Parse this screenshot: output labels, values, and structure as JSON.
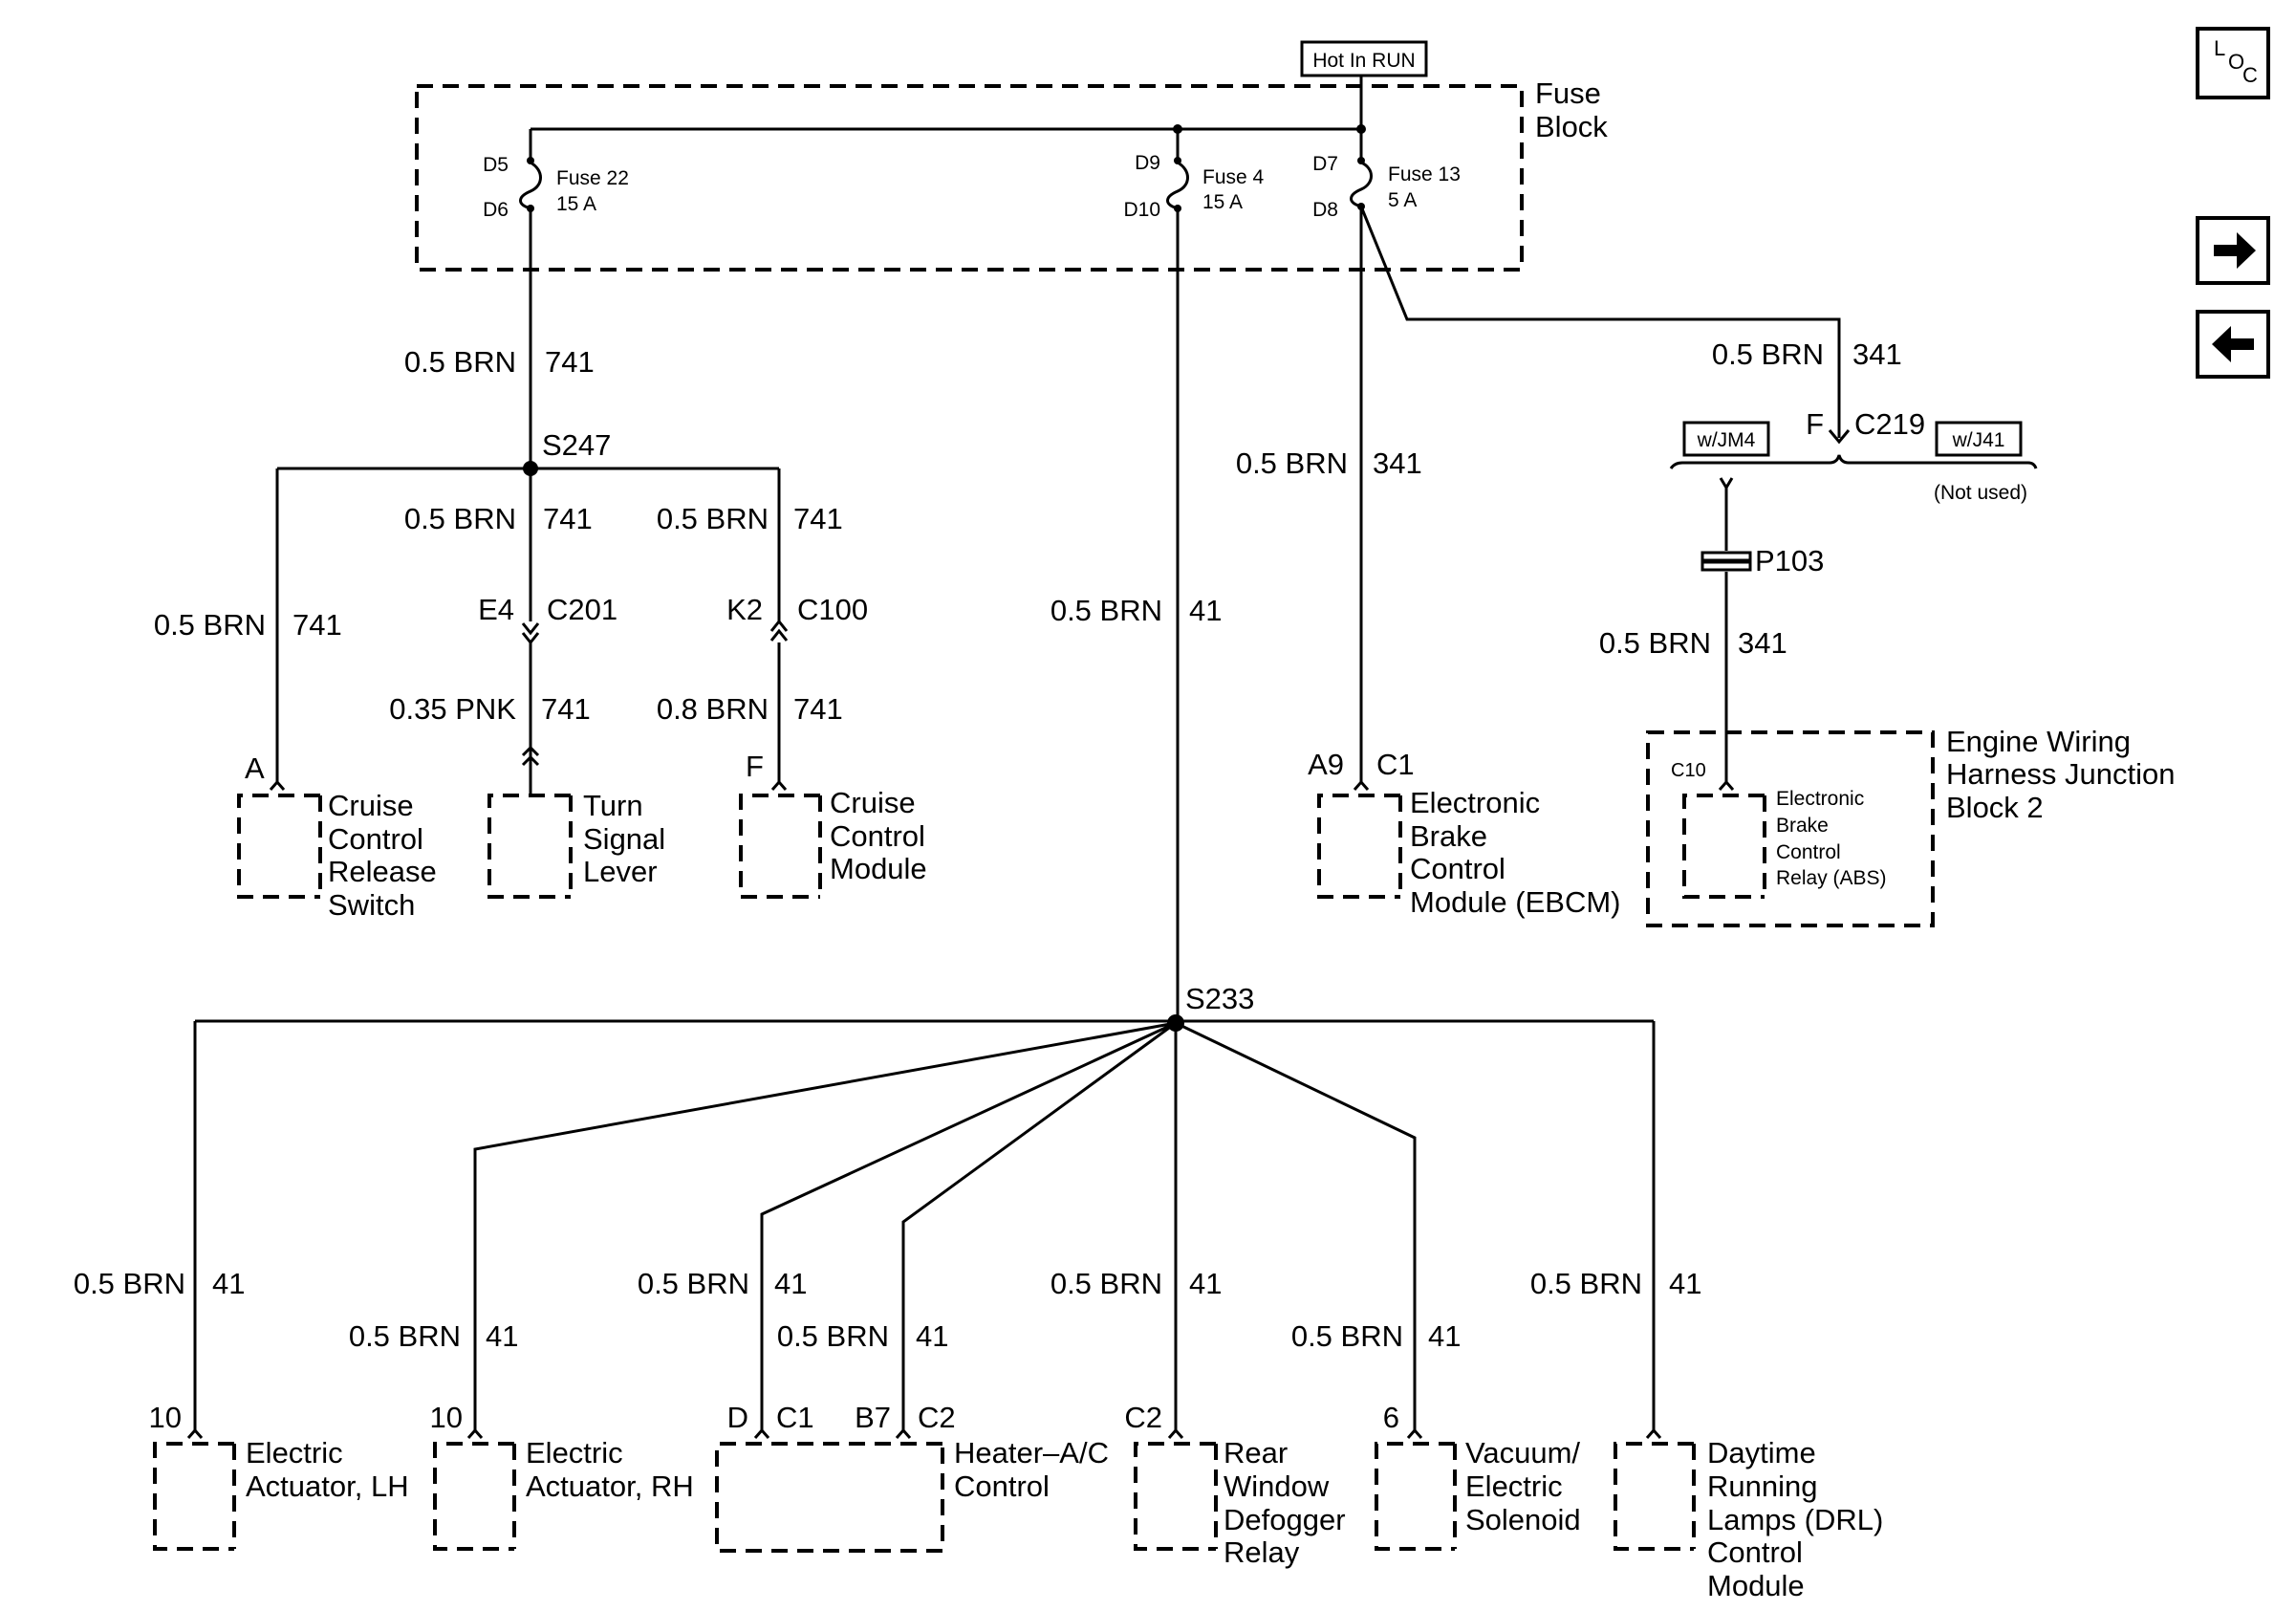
{
  "fuse_block": {
    "label_line1": "Fuse",
    "label_line2": "Block",
    "hot": "Hot In RUN",
    "fuses": [
      {
        "top_pin": "D5",
        "bottom_pin": "D6",
        "name": "Fuse 22",
        "rating": "15 A"
      },
      {
        "top_pin": "D9",
        "bottom_pin": "D10",
        "name": "Fuse 4",
        "rating": "15 A"
      },
      {
        "top_pin": "D7",
        "bottom_pin": "D8",
        "name": "Fuse 13",
        "rating": "5 A"
      }
    ]
  },
  "splices": {
    "s247": "S247",
    "s233": "S233"
  },
  "wire_labels": {
    "w741_top": {
      "gauge": "0.5 BRN",
      "circuit": "741"
    },
    "w741_left": {
      "gauge": "0.5 BRN",
      "circuit": "741"
    },
    "w741_mid": {
      "gauge": "0.5 BRN",
      "circuit": "741"
    },
    "w741_right": {
      "gauge": "0.5 BRN",
      "circuit": "741"
    },
    "w741_pnk": {
      "gauge": "0.35 PNK",
      "circuit": "741"
    },
    "w741_08": {
      "gauge": "0.8 BRN",
      "circuit": "741"
    },
    "w41_main": {
      "gauge": "0.5 BRN",
      "circuit": "41"
    },
    "w341_ebcm": {
      "gauge": "0.5 BRN",
      "circuit": "341"
    },
    "w341_right": {
      "gauge": "0.5 BRN",
      "circuit": "341"
    },
    "w341_p103": {
      "gauge": "0.5 BRN",
      "circuit": "341"
    },
    "b1": {
      "gauge": "0.5 BRN",
      "circuit": "41"
    },
    "b2": {
      "gauge": "0.5 BRN",
      "circuit": "41"
    },
    "b3": {
      "gauge": "0.5 BRN",
      "circuit": "41"
    },
    "b4": {
      "gauge": "0.5 BRN",
      "circuit": "41"
    },
    "b5": {
      "gauge": "0.5 BRN",
      "circuit": "41"
    },
    "b6": {
      "gauge": "0.5 BRN",
      "circuit": "41"
    },
    "b7": {
      "gauge": "0.5 BRN",
      "circuit": "41"
    }
  },
  "connectors": {
    "e4": "E4",
    "c201": "C201",
    "k2": "K2",
    "c100": "C100",
    "f_ccm": "F",
    "a_ccrs": "A",
    "a9": "A9",
    "c1_ebcm": "C1",
    "f_c219": "F",
    "c219": "C219",
    "wjm4": "w/JM4",
    "wj41": "w/J41",
    "not_used": "(Not used)",
    "p103": "P103",
    "c10": "C10",
    "pin_10a": "10",
    "pin_10b": "10",
    "pin_d": "D",
    "c1_hvac": "C1",
    "pin_b7": "B7",
    "c2_hvac": "C2",
    "c2_rear": "C2",
    "pin_6": "6"
  },
  "components": {
    "ccrs": [
      "Cruise",
      "Control",
      "Release",
      "Switch"
    ],
    "tsl": [
      "Turn",
      "Signal",
      "Lever"
    ],
    "ccm": [
      "Cruise",
      "Control",
      "Module"
    ],
    "ebcm": [
      "Electronic",
      "Brake",
      "Control",
      "Module (EBCM)"
    ],
    "ewhjb": [
      "Engine Wiring",
      "Harness Junction",
      "Block 2"
    ],
    "ebcr": [
      "Electronic",
      "Brake",
      "Control",
      "Relay (ABS)"
    ],
    "ea_lh": [
      "Electric",
      "Actuator, LH"
    ],
    "ea_rh": [
      "Electric",
      "Actuator, RH"
    ],
    "hvac": [
      "Heater–A/C",
      "Control"
    ],
    "rwd": [
      "Rear",
      "Window",
      "Defogger",
      "Relay"
    ],
    "ves": [
      "Vacuum/",
      "Electric",
      "Solenoid"
    ],
    "drl": [
      "Daytime",
      "Running",
      "Lamps (DRL)",
      "Control",
      "Module"
    ]
  },
  "nav": {
    "loc_l": "L",
    "loc_o": "O",
    "loc_c": "C",
    "next_icon": "arrow-right-icon",
    "prev_icon": "arrow-left-icon"
  }
}
